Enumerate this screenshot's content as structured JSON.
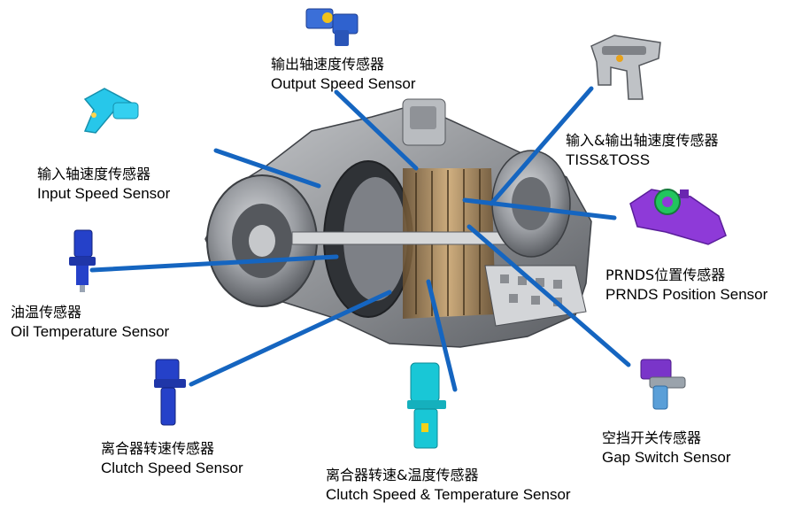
{
  "colors": {
    "leader": "#1565c0",
    "sensor_blue": "#2541c9",
    "sensor_cyan": "#19c7d6",
    "sensor_purple": "#8e3ad8",
    "sensor_green": "#22c55e",
    "housing": "#8c8f94"
  },
  "labels": {
    "output_speed": {
      "zh": "输出轴速度传感器",
      "en": "Output Speed Sensor",
      "icon": "output-speed-sensor-icon"
    },
    "tiss_toss": {
      "zh": "输入&输出轴速度传感器",
      "en": "TISS&TOSS",
      "icon": "tiss-toss-sensor-icon"
    },
    "input_speed": {
      "zh": "输入轴速度传感器",
      "en": "Input Speed Sensor",
      "icon": "input-speed-sensor-icon"
    },
    "prnds": {
      "zh": "PRNDS位置传感器",
      "en": "PRNDS Position Sensor",
      "icon": "prnds-position-sensor-icon"
    },
    "oil_temp": {
      "zh": "油温传感器",
      "en": "Oil Temperature Sensor",
      "icon": "oil-temperature-sensor-icon"
    },
    "gap_switch": {
      "zh": "空挡开关传感器",
      "en": "Gap Switch Sensor",
      "icon": "gap-switch-sensor-icon"
    },
    "clutch_speed": {
      "zh": "离合器转速传感器",
      "en": "Clutch Speed Sensor",
      "icon": "clutch-speed-sensor-icon"
    },
    "clutch_speed_temp": {
      "zh": "离合器转速&温度传感器",
      "en": "Clutch Speed & Temperature Sensor",
      "icon": "clutch-speed-temperature-sensor-icon"
    }
  },
  "illustration": {
    "icon": "transmission-cutaway-icon"
  }
}
